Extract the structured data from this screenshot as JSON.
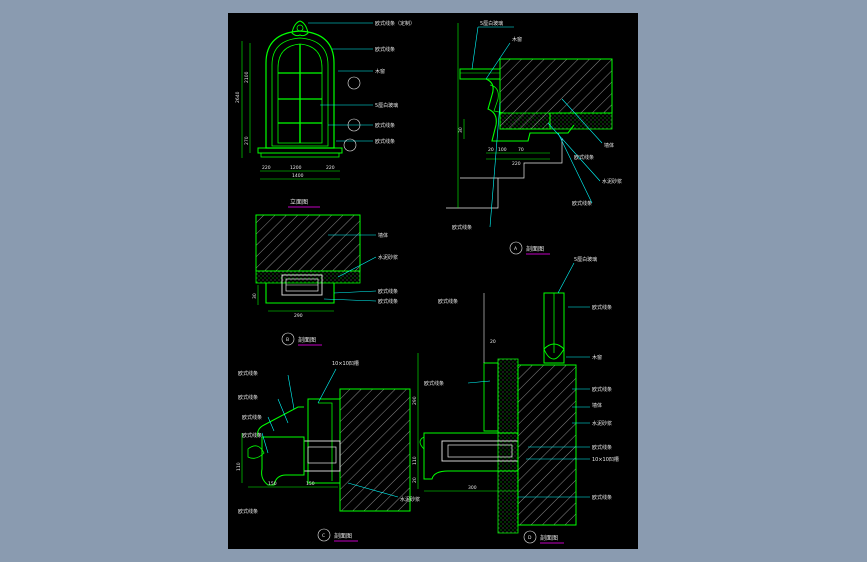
{
  "window_title": "",
  "colors": {
    "background": "#8a9bb0",
    "sheet": "#000000",
    "line_green": "#00ff00",
    "leader_cyan": "#00ffff",
    "text": "#e8e8e8",
    "title_underline": "#ff00ff"
  },
  "views": {
    "elevation": {
      "title": "立面图",
      "labels": [
        "欧式线条（定制）",
        "欧式线条",
        "木窗",
        "5厘白玻璃",
        "欧式线条",
        "欧式线条"
      ],
      "dims": [
        "2100",
        "2640",
        "270",
        "220",
        "1200",
        "220",
        "1400"
      ]
    },
    "section_a": {
      "title": "剖面图",
      "marker": "A",
      "labels": [
        "5厘白玻璃",
        "木窗",
        "欧式线条",
        "墙体",
        "水泥砂浆",
        "欧式线条",
        "欧式线条"
      ],
      "dims": [
        "30",
        "20",
        "100",
        "70",
        "220"
      ]
    },
    "section_b": {
      "title": "剖面图",
      "marker": "B",
      "labels": [
        "墙体",
        "水泥砂浆",
        "欧式线条",
        "欧式线条"
      ],
      "dims": [
        "30",
        "290"
      ]
    },
    "section_c": {
      "title": "剖面图",
      "marker": "C",
      "labels": [
        "10×10凹槽",
        "欧式线条",
        "欧式线条",
        "欧式线条",
        "欧式线条",
        "水泥砂浆"
      ],
      "dims": [
        "110",
        "150",
        "150"
      ]
    },
    "section_d": {
      "title": "剖面图",
      "marker": "D",
      "labels": [
        "5厘白玻璃",
        "欧式线条",
        "木窗",
        "欧式线条",
        "墙体",
        "水泥砂浆",
        "欧式线条",
        "10×10凹槽",
        "欧式线条"
      ],
      "dims": [
        "20",
        "290",
        "110",
        "20",
        "300"
      ]
    }
  }
}
